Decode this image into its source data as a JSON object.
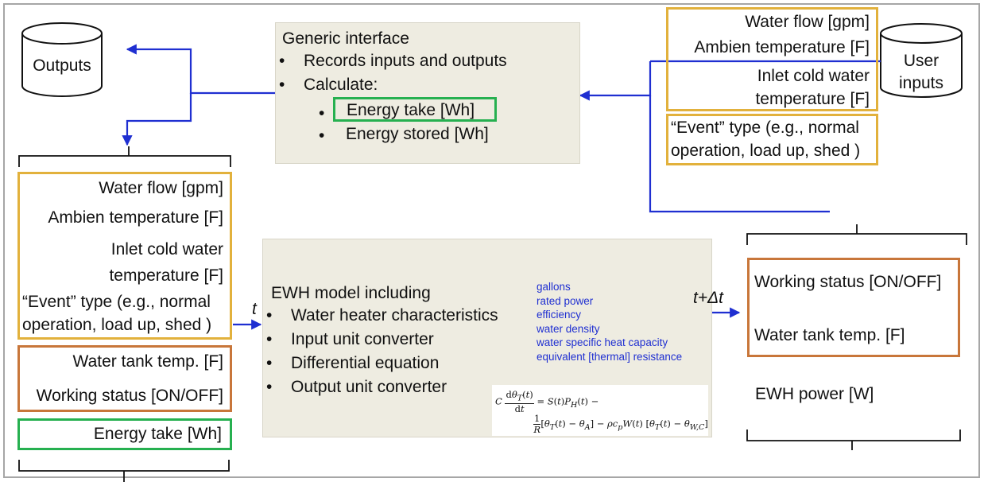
{
  "outputs_db": {
    "label": "Outputs"
  },
  "user_db": {
    "label_line1": "User",
    "label_line2": "inputs"
  },
  "interface": {
    "title": "Generic interface",
    "bullets": [
      "Records inputs and outputs",
      "Calculate:"
    ],
    "sub_bullets": [
      "Energy take [Wh]",
      "Energy stored [Wh]"
    ]
  },
  "user_inputs_panel": {
    "water_flow": "Water flow [gpm]",
    "ambient": "Ambien temperature [F]",
    "inlet_line1": "Inlet cold water",
    "inlet_line2": "temperature [F]",
    "event_line1": "“Event” type (e.g., normal",
    "event_line2": "operation, load up, shed )"
  },
  "left_inputs": {
    "water_flow": "Water flow [gpm]",
    "ambient": "Ambien temperature [F]",
    "inlet_line1": "Inlet cold water",
    "inlet_line2": "temperature [F]",
    "event_line1": "“Event” type (e.g., normal",
    "event_line2": "operation, load up, shed )"
  },
  "left_states": {
    "tank_temp": "Water tank temp. [F]",
    "working_status": "Working status [ON/OFF]"
  },
  "left_energy": {
    "energy_take": "Energy take [Wh]"
  },
  "model": {
    "title": "EWH model including",
    "bullets": [
      "Water heater characteristics",
      "Input unit converter",
      "Differential equation",
      "Output unit converter"
    ],
    "params": [
      "gallons",
      "rated power",
      "efficiency",
      "water density",
      "water specific heat capacity",
      "equivalent [thermal] resistance"
    ]
  },
  "time_labels": {
    "t_in": "t",
    "t_out": "t+Δt"
  },
  "outputs_panel": {
    "working_status": "Working status [ON/OFF]",
    "tank_temp": "Water tank temp. [F]",
    "power": "EWH power [W]"
  },
  "colors": {
    "arrow": "#1f2fd1",
    "gold": "#e2b13c",
    "orange": "#c8763a",
    "green": "#26b050",
    "beige": "#eeece1",
    "frame": "#a6a6a6"
  }
}
